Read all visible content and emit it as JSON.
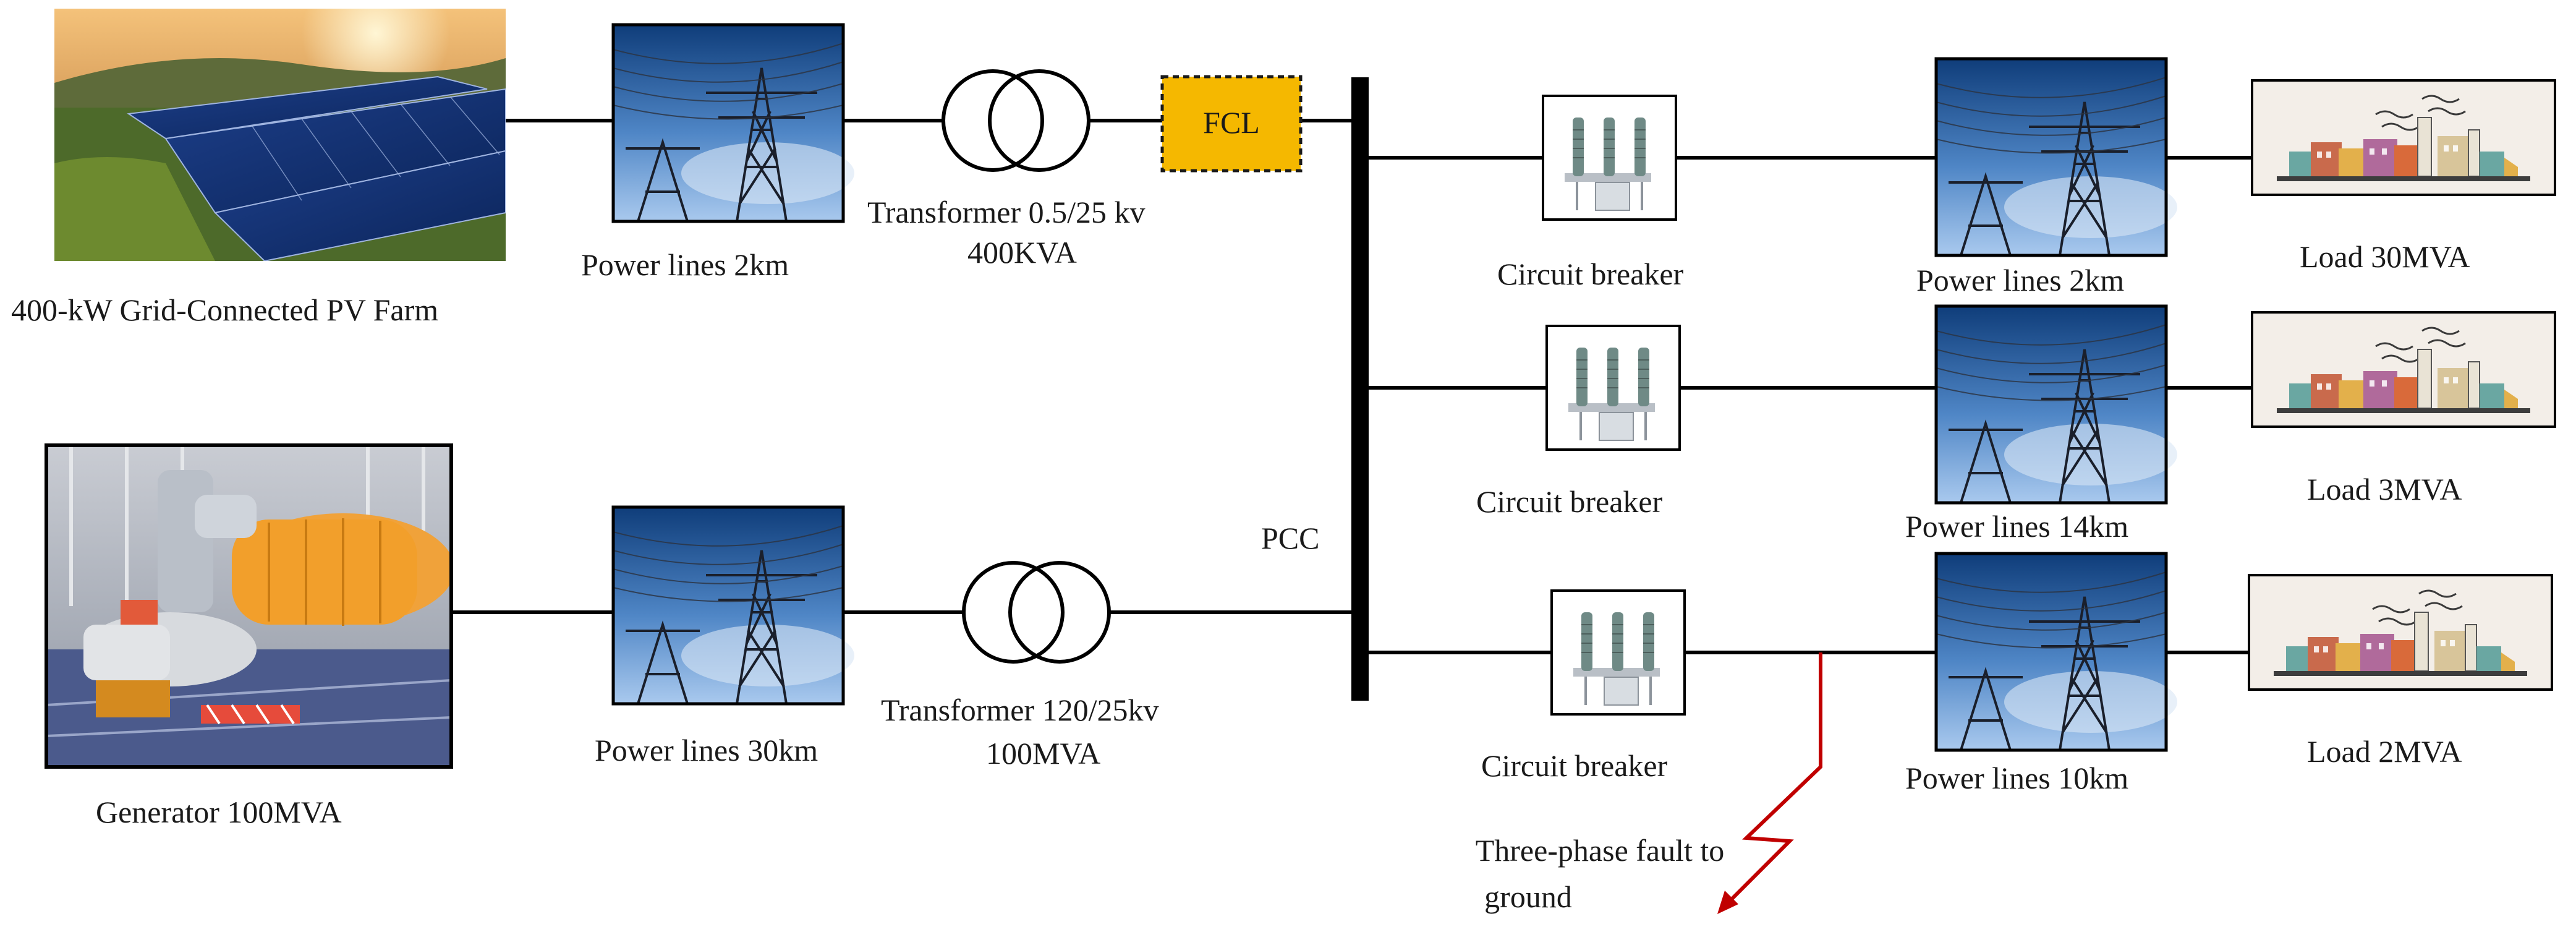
{
  "sources": {
    "pv_farm": "400-kW Grid-Connected PV Farm",
    "generator": "Generator 100MVA"
  },
  "top_branch": {
    "power_lines": "Power lines 2km",
    "transformer_line1": "Transformer 0.5/25 kv",
    "transformer_line2": "400KVA",
    "fcl": "FCL"
  },
  "bottom_branch": {
    "power_lines": "Power lines 30km",
    "transformer_line1": "Transformer  120/25kv",
    "transformer_line2": "100MVA"
  },
  "pcc": "PCC",
  "feeders": [
    {
      "breaker": "Circuit breaker",
      "power_lines": "Power lines 2km",
      "load": "Load 30MVA"
    },
    {
      "breaker": "Circuit breaker",
      "power_lines": "Power lines 14km",
      "load": "Load 3MVA"
    },
    {
      "breaker": "Circuit breaker",
      "power_lines": "Power lines 10km",
      "load": "Load 2MVA"
    }
  ],
  "fault": {
    "line1": "Three-phase fault to",
    "line2": "ground"
  },
  "colors": {
    "fcl_fill": "#f5b800",
    "fault_red": "#c00000",
    "sky_top": "#0f3d7a",
    "sky_bottom": "#9cc1ea"
  },
  "icons": {
    "pv": "solar-panel-photo",
    "tower": "transmission-tower-photo",
    "transformer": "transformer-symbol",
    "breaker": "circuit-breaker-photo",
    "load": "factory-icon",
    "generator": "turbine-generator-photo",
    "fault": "lightning-fault-arrow"
  }
}
